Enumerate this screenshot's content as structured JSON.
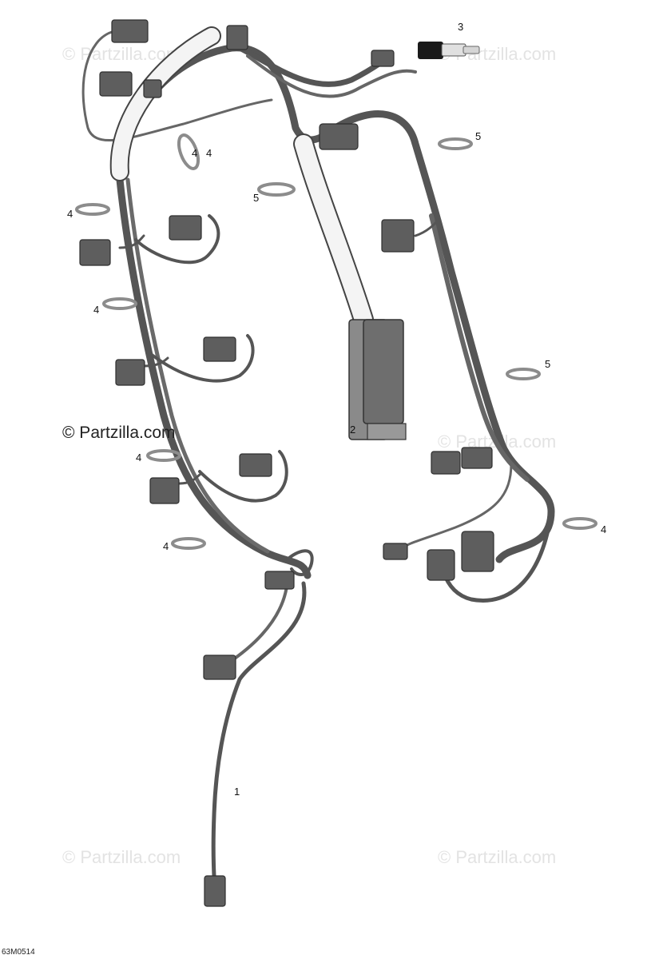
{
  "watermark_text": "© Partzilla.com",
  "brand_text": "© Partzilla.com",
  "figure_code": "63M0514",
  "callouts": [
    "1",
    "2",
    "3",
    "4",
    "4",
    "4",
    "4",
    "4",
    "4",
    "4",
    "5",
    "5",
    "5"
  ],
  "colors": {
    "harness": "#5a5a5a",
    "sleeve": "#f2f2f2",
    "connector": "#595959",
    "clamp": "#b5b5b5",
    "sensor_body": "#1a1a1a"
  }
}
